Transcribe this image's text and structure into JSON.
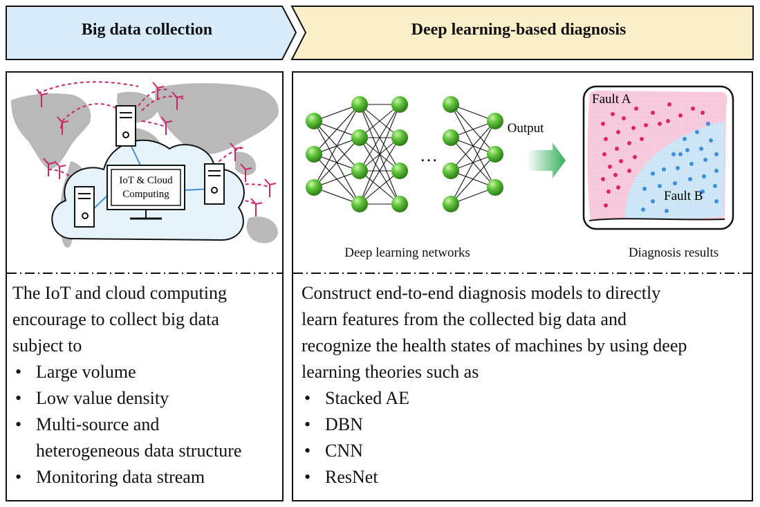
{
  "headers": {
    "left": "Big data collection",
    "right": "Deep learning-based diagnosis"
  },
  "left_panel": {
    "cloud_label_line1": "IoT & Cloud",
    "cloud_label_line2": "Computing",
    "intro_line1": "The IoT and cloud computing",
    "intro_line2": "encourage to collect big data",
    "intro_line3": "subject to",
    "bullets": [
      "Large volume",
      "Low value density",
      "Multi-source and",
      "Monitoring data stream"
    ],
    "bullet3_continuation": "heterogeneous data structure"
  },
  "right_panel": {
    "output_label": "Output",
    "ellipsis": "…",
    "fault_a": "Fault A",
    "fault_b": "Fault B",
    "caption_network": "Deep learning networks",
    "caption_results": "Diagnosis results",
    "intro_line1": "Construct end-to-end diagnosis models to directly",
    "intro_line2": "learn features from the collected big data and",
    "intro_line3": "recognize the health states of machines by using deep",
    "intro_line4": "learning theories such as",
    "bullets": [
      "Stacked AE",
      "DBN",
      "CNN",
      "ResNet"
    ]
  },
  "colors": {
    "header_left": "#d7ebfb",
    "header_right": "#fbefc9",
    "map_gray": "#b9b9b9",
    "cloud_fill": "#e6f3fb",
    "node_green": "#5fc43a",
    "fault_a": "#e0226b",
    "fault_b": "#3e8ee0",
    "turbine": "#c8266a"
  }
}
